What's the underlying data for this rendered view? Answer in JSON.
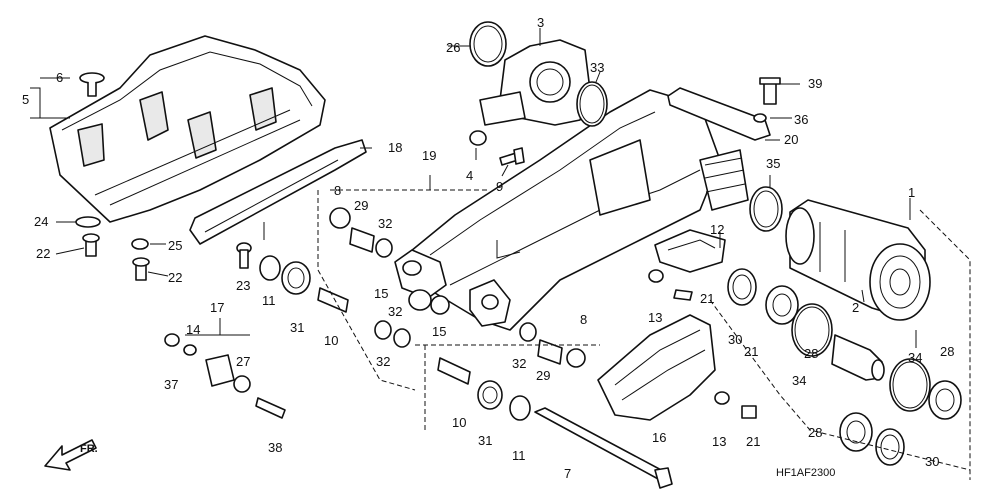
{
  "diagram": {
    "code": "HF1AF2300",
    "direction": "FR.",
    "callouts": [
      "1",
      "2",
      "3",
      "4",
      "5",
      "6",
      "7",
      "8",
      "8",
      "9",
      "10",
      "10",
      "11",
      "11",
      "12",
      "13",
      "13",
      "14",
      "15",
      "15",
      "16",
      "17",
      "18",
      "19",
      "20",
      "21",
      "21",
      "21",
      "22",
      "22",
      "23",
      "24",
      "25",
      "26",
      "27",
      "28",
      "28",
      "28",
      "29",
      "29",
      "30",
      "30",
      "31",
      "31",
      "32",
      "32",
      "32",
      "32",
      "33",
      "34",
      "34",
      "35",
      "36",
      "37",
      "38",
      "39"
    ]
  }
}
